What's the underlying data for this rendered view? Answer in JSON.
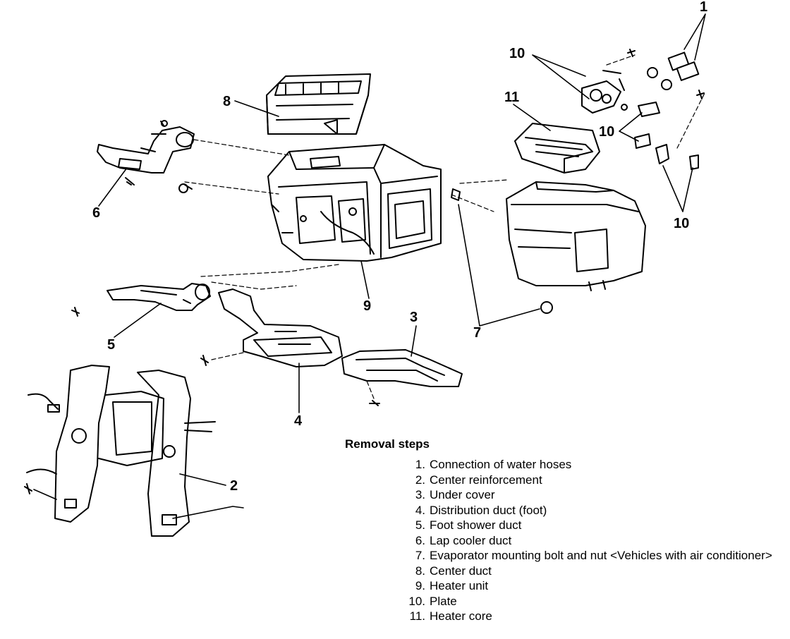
{
  "callouts": [
    {
      "id": "c1",
      "text": "1"
    },
    {
      "id": "c10a",
      "text": "10"
    },
    {
      "id": "c11",
      "text": "11"
    },
    {
      "id": "c8",
      "text": "8"
    },
    {
      "id": "c10b",
      "text": "10"
    },
    {
      "id": "c10c",
      "text": "10"
    },
    {
      "id": "c6",
      "text": "6"
    },
    {
      "id": "c9",
      "text": "9"
    },
    {
      "id": "c3",
      "text": "3"
    },
    {
      "id": "c7",
      "text": "7"
    },
    {
      "id": "c5",
      "text": "5"
    },
    {
      "id": "c4",
      "text": "4"
    },
    {
      "id": "c2",
      "text": "2"
    }
  ],
  "removal": {
    "title": "Removal steps",
    "steps": [
      {
        "num": "1.",
        "text": "Connection of water hoses"
      },
      {
        "num": "2.",
        "text": "Center reinforcement"
      },
      {
        "num": "3.",
        "text": "Under cover"
      },
      {
        "num": "4.",
        "text": "Distribution duct (foot)"
      },
      {
        "num": "5.",
        "text": "Foot shower duct"
      },
      {
        "num": "6.",
        "text": "Lap cooler duct"
      },
      {
        "num": "7.",
        "text": "Evaporator mounting bolt and nut <Vehicles with air conditioner>"
      },
      {
        "num": "8.",
        "text": "Center duct"
      },
      {
        "num": "9.",
        "text": "Heater unit"
      },
      {
        "num": "10.",
        "text": "Plate"
      },
      {
        "num": "11.",
        "text": "Heater core"
      }
    ]
  }
}
